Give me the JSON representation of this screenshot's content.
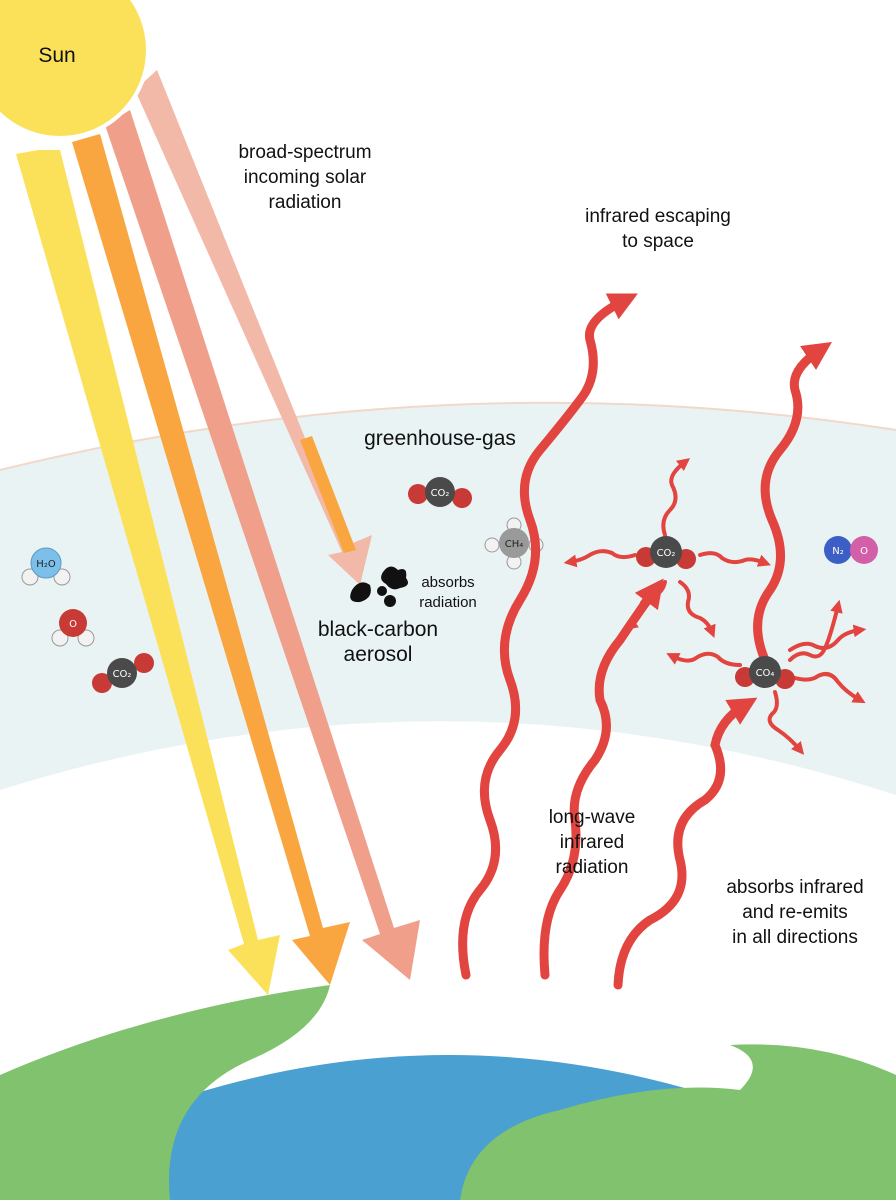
{
  "labels": {
    "sun": "Sun",
    "incoming": [
      "broad-spectrum",
      "incoming solar",
      "radiation"
    ],
    "escaping": [
      "infrared escaping",
      "to space"
    ],
    "layer": "greenhouse-gas",
    "absorbs_radiation": [
      "absorbs",
      "radiation"
    ],
    "aerosol": [
      "black-carbon",
      "aerosol"
    ],
    "longwave": [
      "long-wave",
      "infrared",
      "radiation"
    ],
    "reemit": [
      "absorbs infrared",
      "and re-emits",
      "in all directions"
    ]
  },
  "molecules": {
    "h2o": "H₂O",
    "o": "O",
    "co2_left": "CO₂",
    "co2_mid": "CO₂",
    "ch4": "CH₄",
    "co2_emit_a": "CO₂",
    "co2_emit_b": "CO₄",
    "n2o_n": "N₂",
    "n2o_o": "O"
  },
  "colors": {
    "sun": "#f9d44a",
    "sun_ray": "#fbe15a",
    "orange_ray": "#f9a640",
    "salmon_ray": "#ef9f8a",
    "pale_ray": "#f2b8a8",
    "infrared": "#e2453f",
    "atmosphere": "#eaf3f4",
    "ocean": "#4aa0d0",
    "land": "#80c26e",
    "carbon": "#4a4a4a",
    "oxygen": "#c83a35",
    "hydrogen": "#f2f2f2",
    "water": "#7cc0ea",
    "nitrogen": "#3b5fc4",
    "n2o_oxygen": "#d25fa8",
    "soot": "#111111"
  }
}
